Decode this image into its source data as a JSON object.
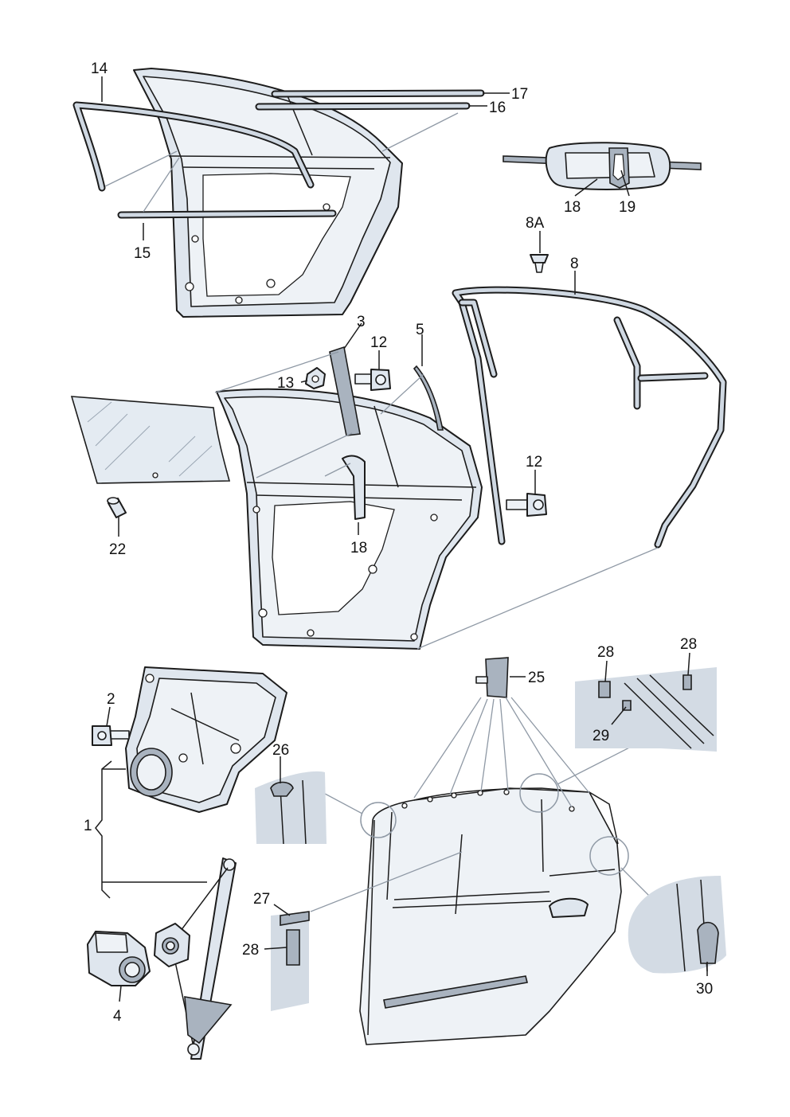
{
  "diagram": {
    "labels": [
      {
        "id": "14",
        "text": "14"
      },
      {
        "id": "17",
        "text": "17"
      },
      {
        "id": "16",
        "text": "16"
      },
      {
        "id": "15",
        "text": "15"
      },
      {
        "id": "18a",
        "text": "18"
      },
      {
        "id": "19",
        "text": "19"
      },
      {
        "id": "8A",
        "text": "8A"
      },
      {
        "id": "8",
        "text": "8"
      },
      {
        "id": "3",
        "text": "3"
      },
      {
        "id": "12a",
        "text": "12"
      },
      {
        "id": "13",
        "text": "13"
      },
      {
        "id": "5",
        "text": "5"
      },
      {
        "id": "12b",
        "text": "12"
      },
      {
        "id": "22",
        "text": "22"
      },
      {
        "id": "18b",
        "text": "18"
      },
      {
        "id": "25",
        "text": "25"
      },
      {
        "id": "28a",
        "text": "28"
      },
      {
        "id": "28b",
        "text": "28"
      },
      {
        "id": "29",
        "text": "29"
      },
      {
        "id": "2",
        "text": "2"
      },
      {
        "id": "26",
        "text": "26"
      },
      {
        "id": "1",
        "text": "1"
      },
      {
        "id": "27",
        "text": "27"
      },
      {
        "id": "28c",
        "text": "28"
      },
      {
        "id": "4",
        "text": "4"
      },
      {
        "id": "30",
        "text": "30"
      }
    ]
  }
}
